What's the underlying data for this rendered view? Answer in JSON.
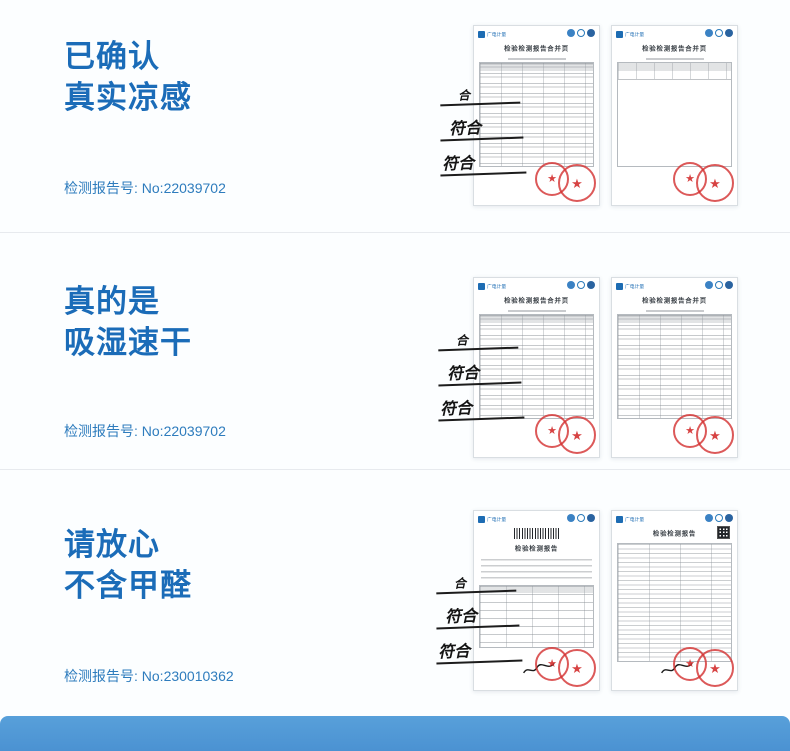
{
  "page": {
    "background": "#fcfeff",
    "accent_blue": "#1b6cb8",
    "footer_color": "#4e97d5"
  },
  "icons": {
    "stamp_star": "★"
  },
  "document": {
    "logo_text": "广电计量",
    "title_merged": "检验检测报告合并页",
    "title_report": "检验检测报告"
  },
  "sections": [
    {
      "heading_line1": "已确认",
      "heading_line2": "真实凉感",
      "report_label": "检测报告号: No:22039702",
      "annotations": [
        "合",
        "符合",
        "符合"
      ]
    },
    {
      "heading_line1": "真的是",
      "heading_line2": "吸湿速干",
      "report_label": "检测报告号: No:22039702",
      "annotations": [
        "合",
        "符合",
        "符合"
      ]
    },
    {
      "heading_line1": "请放心",
      "heading_line2": "不含甲醛",
      "report_label": "检测报告号: No:230010362",
      "annotations": [
        "合",
        "符合",
        "符合"
      ]
    }
  ]
}
